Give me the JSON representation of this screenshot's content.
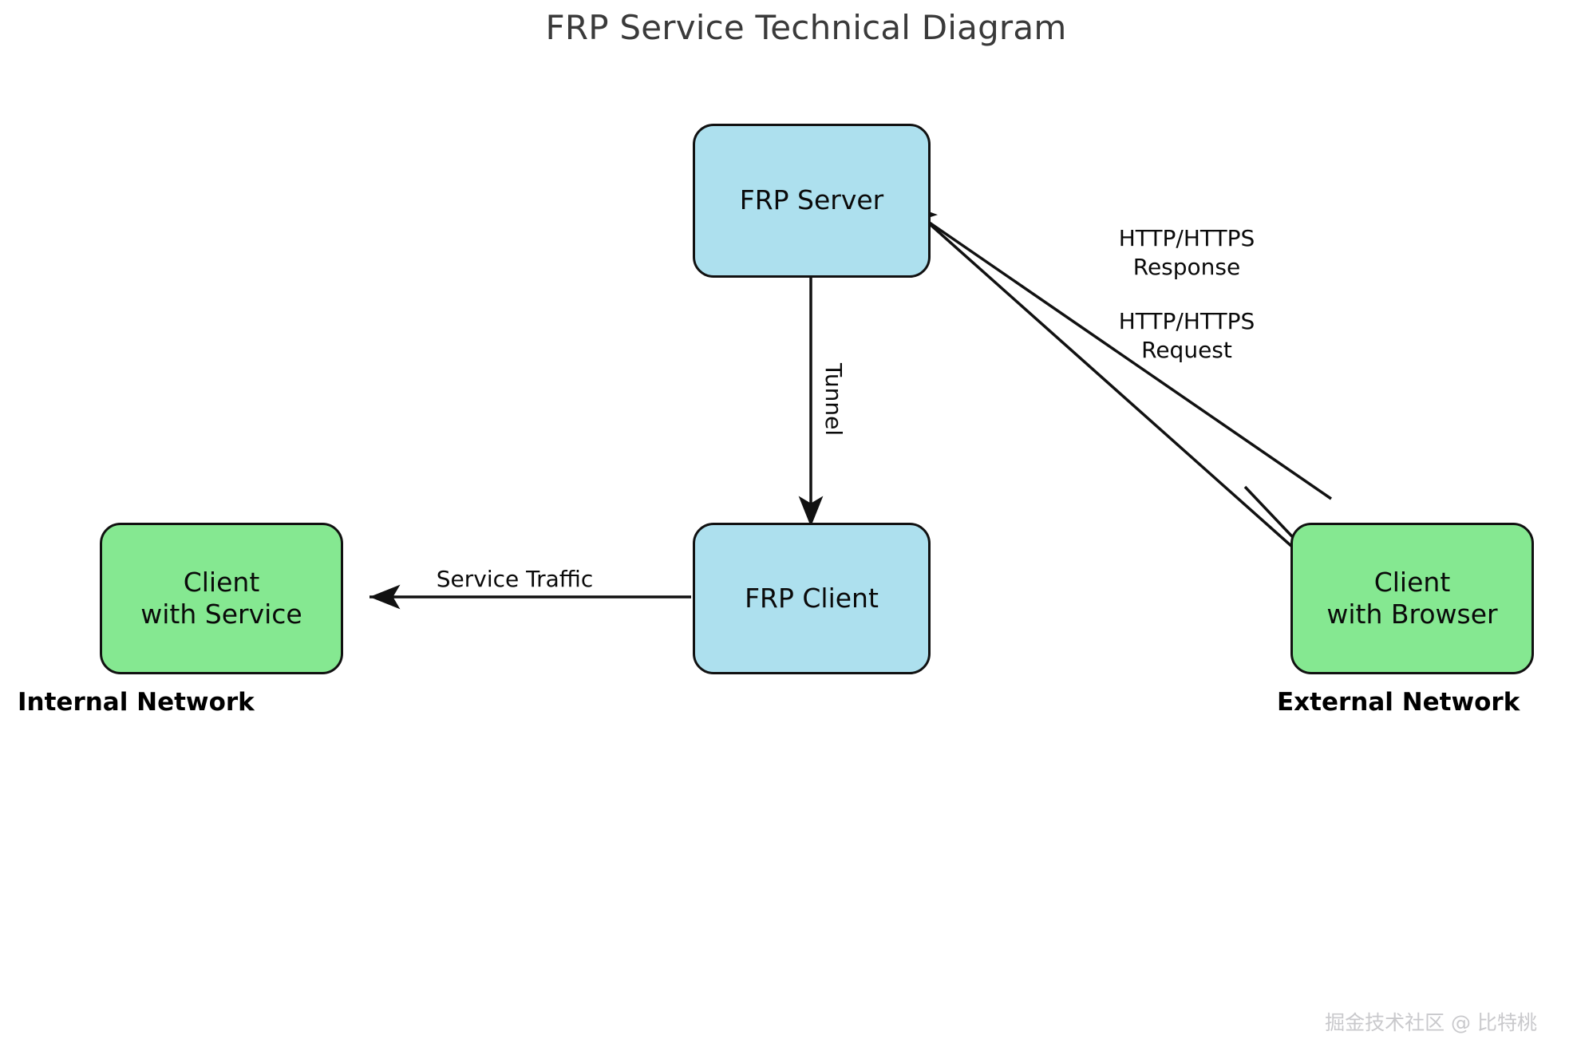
{
  "title": "FRP Service Technical Diagram",
  "colors": {
    "node_blue": "#ade0ee",
    "node_green": "#85e891",
    "stroke": "#111111",
    "title_text": "#3a3a3a",
    "watermark": "#c9c9cc",
    "background": "#ffffff"
  },
  "nodes": [
    {
      "id": "frp-server",
      "label": "FRP Server",
      "type": "blue"
    },
    {
      "id": "frp-client",
      "label": "FRP Client",
      "type": "blue"
    },
    {
      "id": "client-with-service",
      "label": "Client\nwith Service",
      "type": "green"
    },
    {
      "id": "client-with-browser",
      "label": "Client\nwith Browser",
      "type": "green"
    }
  ],
  "zones": [
    {
      "id": "internal-network",
      "label": "Internal Network"
    },
    {
      "id": "external-network",
      "label": "External Network"
    }
  ],
  "edges": [
    {
      "id": "tunnel",
      "label": "Tunnel",
      "from": "frp-server",
      "to": "frp-client",
      "arrow": "to"
    },
    {
      "id": "service-traffic",
      "label": "Service Traffic",
      "from": "frp-client",
      "to": "client-with-service",
      "arrow": "to"
    },
    {
      "id": "http-response",
      "label": "HTTP/HTTPS\nResponse",
      "from": "frp-server",
      "to": "client-with-browser",
      "arrow": "none"
    },
    {
      "id": "http-request",
      "label": "HTTP/HTTPS\nRequest",
      "from": "client-with-browser",
      "to": "frp-server",
      "arrow": "to"
    }
  ],
  "watermark": "掘金技术社区 @ 比特桃"
}
